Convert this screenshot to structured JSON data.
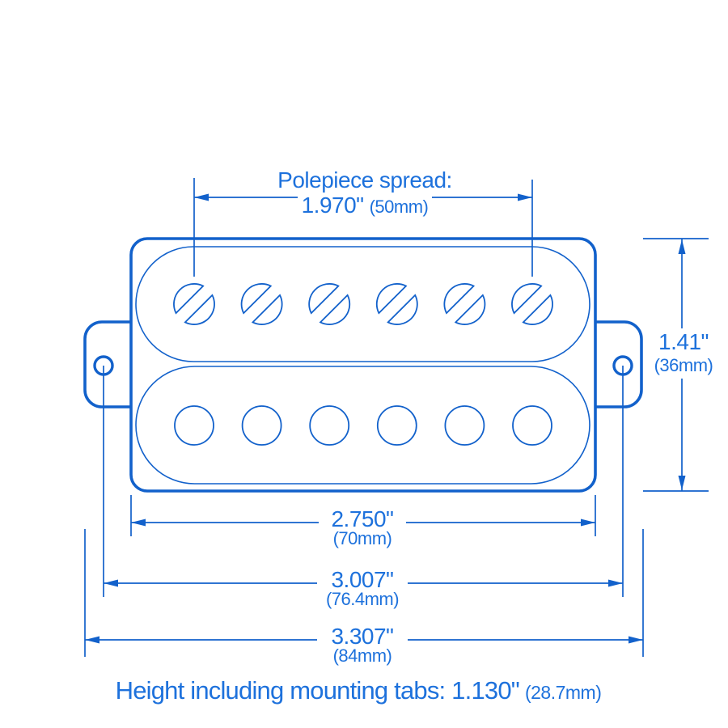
{
  "diagram": {
    "heading": "Polepiece spread:",
    "dims": {
      "polepiece_spread": {
        "in": "1.970\"",
        "mm": "(50mm)"
      },
      "body_height": {
        "in": "1.41\"",
        "mm": "(36mm)"
      },
      "body_width": {
        "in": "2.750\"",
        "mm": "(70mm)"
      },
      "hole_spacing": {
        "in": "3.007\"",
        "mm": "(76.4mm)"
      },
      "total_width": {
        "in": "3.307\"",
        "mm": "(84mm)"
      }
    },
    "footer": {
      "text": "Height including mounting tabs: 1.130\"",
      "mm": "(28.7mm)"
    },
    "colors": {
      "line": "#1261cb",
      "text": "#1d71dc"
    }
  }
}
